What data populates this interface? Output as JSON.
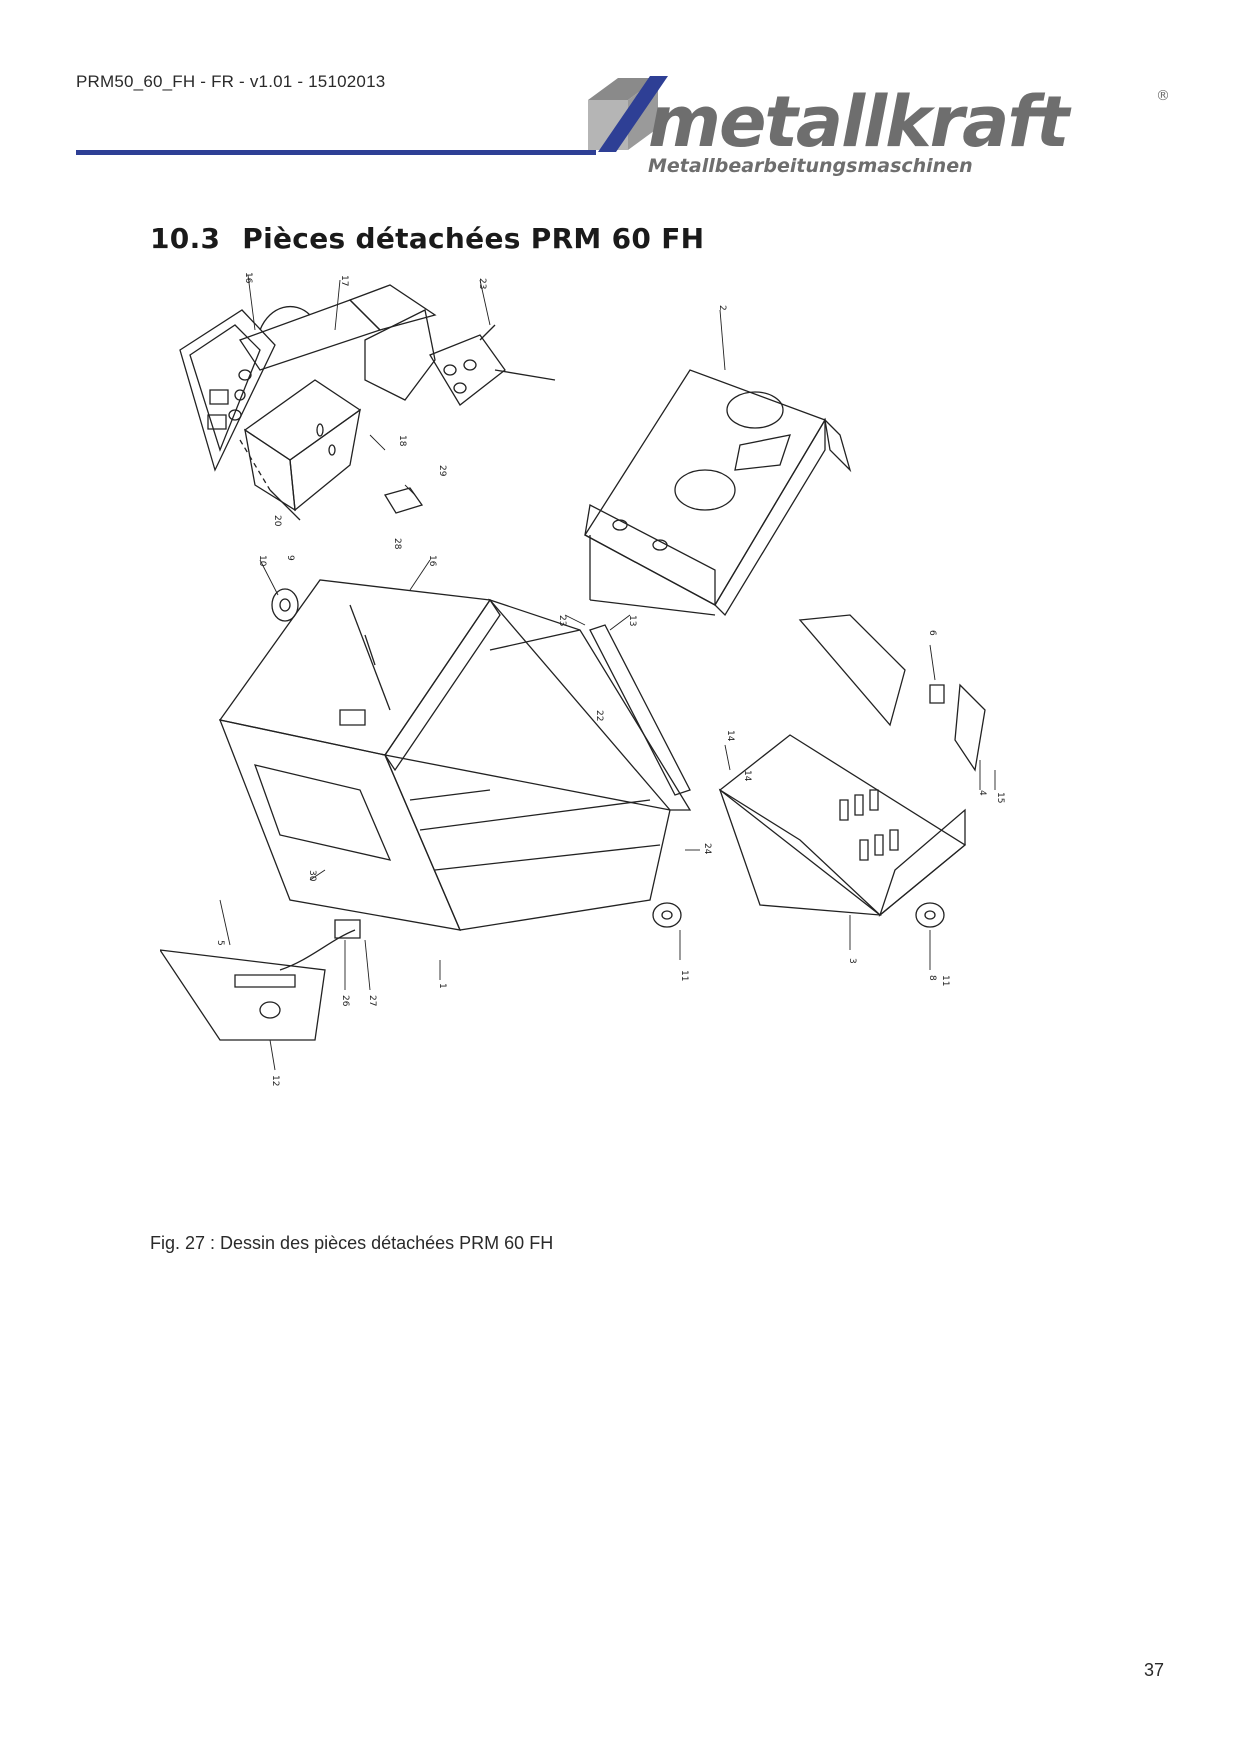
{
  "header": {
    "doc_id": "PRM50_60_FH - FR - v1.01 - 15102013",
    "logo": {
      "brand": "metallkraft",
      "tagline": "Metallbearbeitungsmaschinen",
      "registered_mark": "®",
      "accent_color": "#2e3f95",
      "text_color": "#6e6e6e"
    }
  },
  "section": {
    "number": "10.3",
    "title": "Pièces détachées PRM 60 FH"
  },
  "figure": {
    "part_labels": [
      "1",
      "2",
      "3",
      "4",
      "5",
      "6",
      "8",
      "9",
      "10",
      "11",
      "12",
      "13",
      "14",
      "15",
      "16",
      "17",
      "18",
      "20",
      "21",
      "22",
      "23",
      "24",
      "26",
      "27",
      "28",
      "29",
      "30"
    ],
    "caption": "Fig. 27 : Dessin des pièces détachées PRM 60 FH"
  },
  "footer": {
    "page_number": "37"
  }
}
